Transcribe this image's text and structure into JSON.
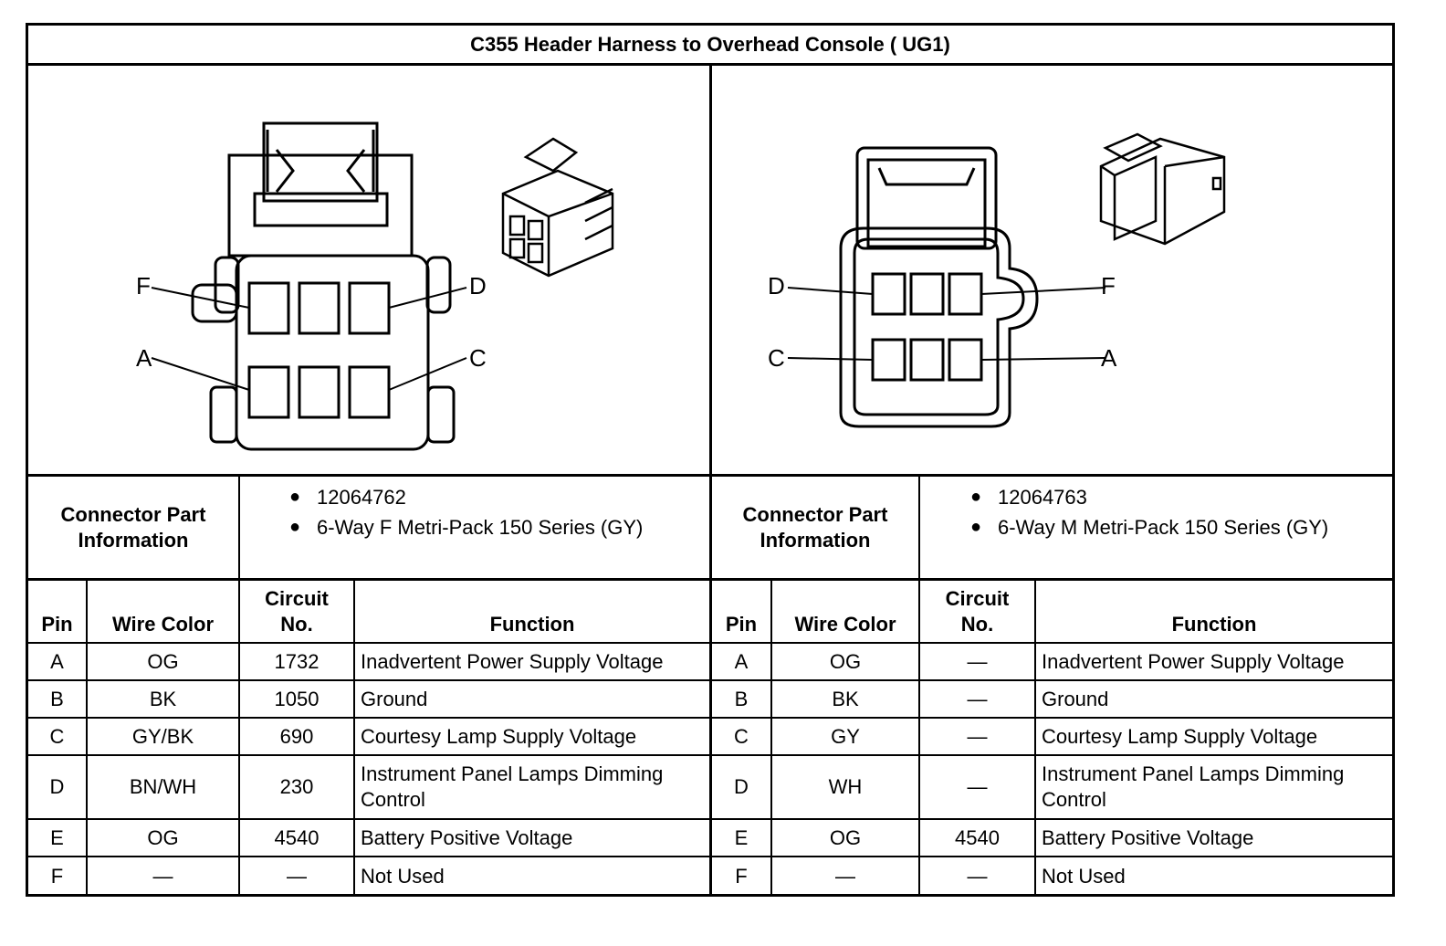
{
  "title": "C355 Header Harness to Overhead Console ( UG1)",
  "left": {
    "pin_labels": {
      "F": "F",
      "D": "D",
      "A": "A",
      "C": "C"
    },
    "info_label": "Connector Part Information",
    "info_items": [
      "12064762",
      "6-Way F Metri-Pack 150 Series (GY)"
    ],
    "headers": {
      "pin": "Pin",
      "wire_color": "Wire Color",
      "circuit": "Circuit No.",
      "function": "Function"
    },
    "rows": [
      {
        "pin": "A",
        "wire": "OG",
        "circuit": "1732",
        "function": "Inadvertent Power Supply Voltage"
      },
      {
        "pin": "B",
        "wire": "BK",
        "circuit": "1050",
        "function": "Ground"
      },
      {
        "pin": "C",
        "wire": "GY/BK",
        "circuit": "690",
        "function": "Courtesy Lamp Supply Voltage"
      },
      {
        "pin": "D",
        "wire": "BN/WH",
        "circuit": "230",
        "function": "Instrument Panel Lamps Dimming Control"
      },
      {
        "pin": "E",
        "wire": "OG",
        "circuit": "4540",
        "function": "Battery Positive Voltage"
      },
      {
        "pin": "F",
        "wire": "—",
        "circuit": "—",
        "function": "Not Used"
      }
    ]
  },
  "right": {
    "pin_labels": {
      "D": "D",
      "F": "F",
      "C": "C",
      "A": "A"
    },
    "info_label": "Connector Part Information",
    "info_items": [
      "12064763",
      "6-Way M Metri-Pack 150 Series (GY)"
    ],
    "headers": {
      "pin": "Pin",
      "wire_color": "Wire Color",
      "circuit": "Circuit No.",
      "function": "Function"
    },
    "rows": [
      {
        "pin": "A",
        "wire": "OG",
        "circuit": "—",
        "function": "Inadvertent Power Supply Voltage"
      },
      {
        "pin": "B",
        "wire": "BK",
        "circuit": "—",
        "function": "Ground"
      },
      {
        "pin": "C",
        "wire": "GY",
        "circuit": "—",
        "function": "Courtesy Lamp Supply Voltage"
      },
      {
        "pin": "D",
        "wire": "WH",
        "circuit": "—",
        "function": "Instrument Panel Lamps Dimming Control"
      },
      {
        "pin": "E",
        "wire": "OG",
        "circuit": "4540",
        "function": "Battery Positive Voltage"
      },
      {
        "pin": "F",
        "wire": "—",
        "circuit": "—",
        "function": "Not Used"
      }
    ]
  }
}
